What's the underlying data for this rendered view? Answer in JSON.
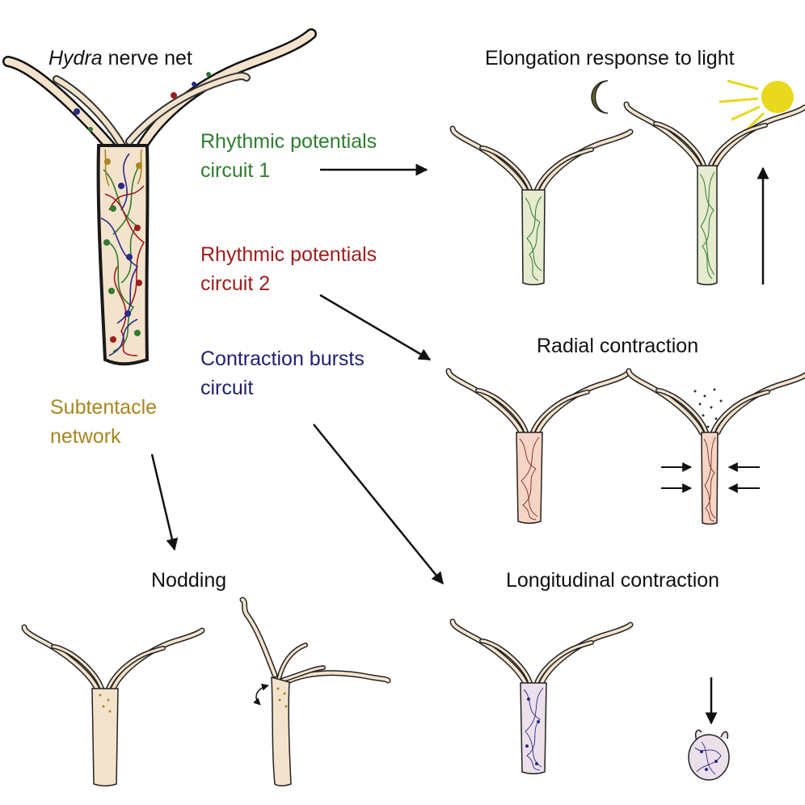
{
  "main_title": {
    "italic": "Hydra",
    "rest": " nerve net"
  },
  "circuits": {
    "rp1": {
      "line1": "Rhythmic potentials",
      "line2": "circuit 1",
      "color": "#2e7d2e"
    },
    "rp2": {
      "line1": "Rhythmic potentials",
      "line2": "circuit 2",
      "color": "#a01c1c"
    },
    "cb": {
      "line1": "Contraction bursts",
      "line2": "circuit",
      "color": "#1f1f6e"
    },
    "sub": {
      "line1": "Subtentacle",
      "line2": "network",
      "color": "#a8861e"
    }
  },
  "behaviors": {
    "elongation": "Elongation response to light",
    "radial": "Radial contraction",
    "longitudinal": "Longitudinal contraction",
    "nodding": "Nodding"
  },
  "colors": {
    "body_fill": "#f4e3cc",
    "green_tint": "#e7ebcf",
    "red_tint": "#f7d5c6",
    "purple_tint": "#ece0ea",
    "sun": "#e8d81e",
    "moon": "#6b6328"
  },
  "icons": [
    "moon-icon",
    "sun-icon",
    "water-drops-icon",
    "rotate-arrow-icon"
  ]
}
